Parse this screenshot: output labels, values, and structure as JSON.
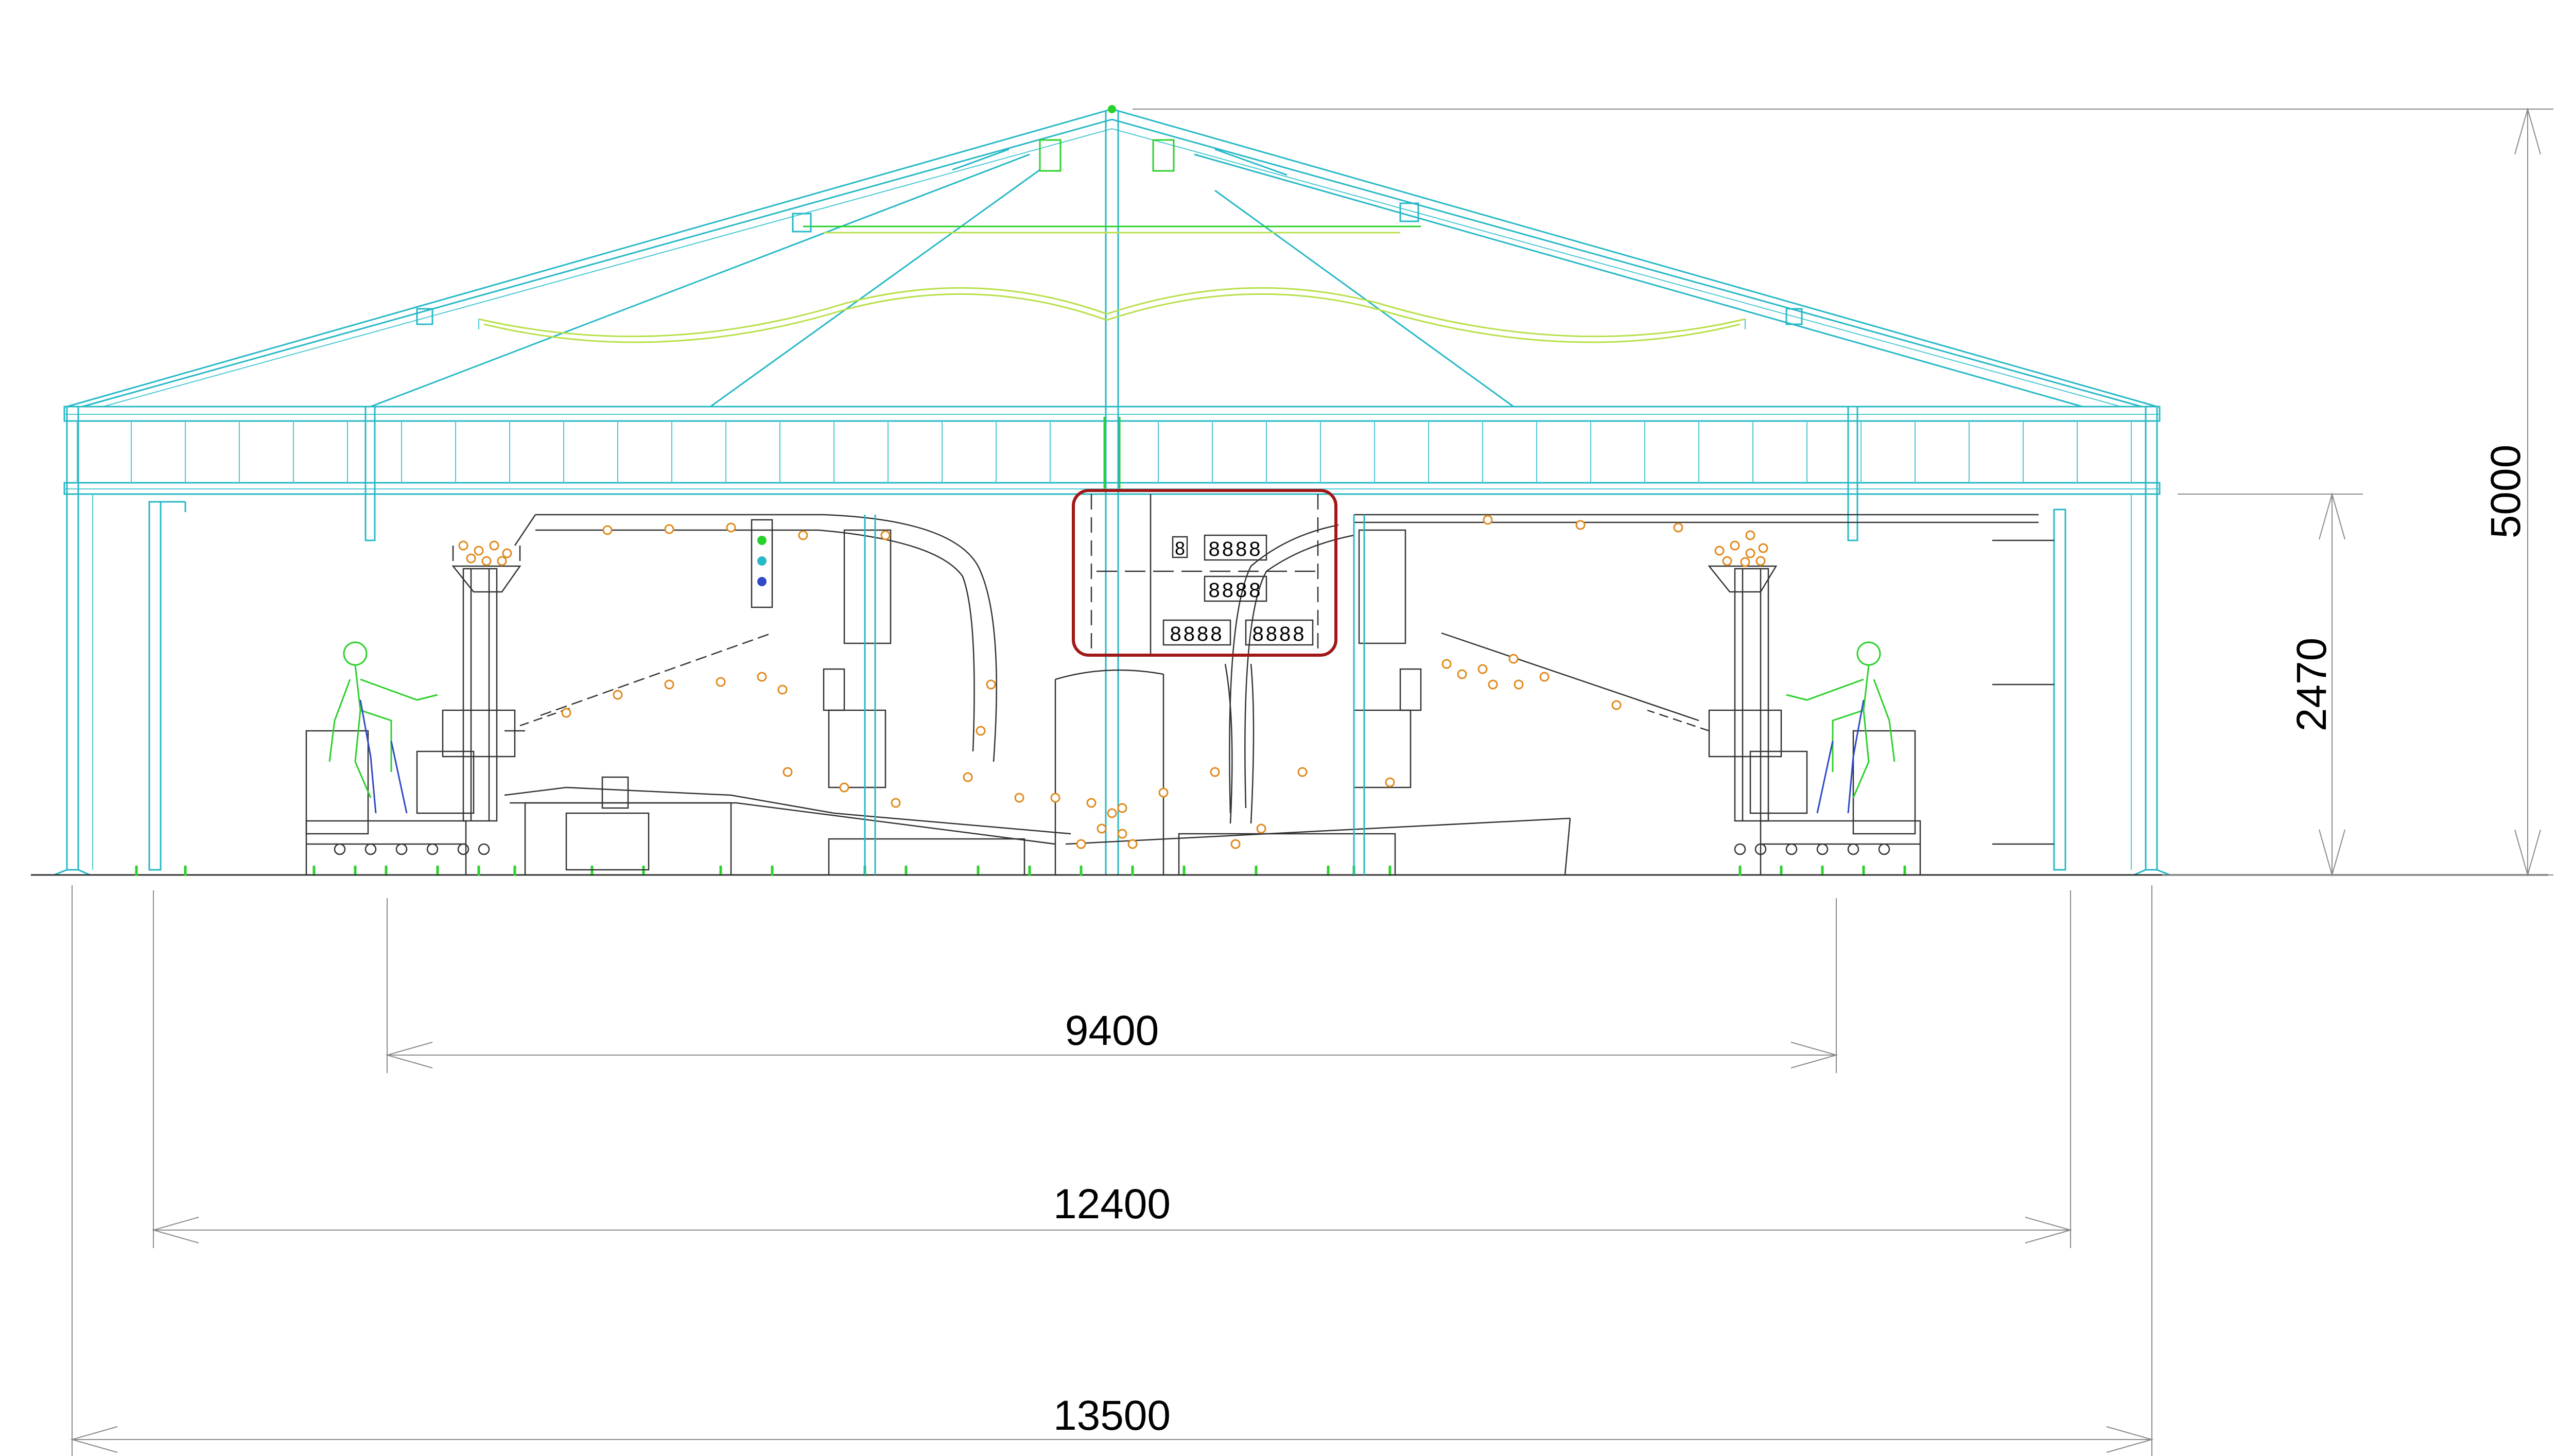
{
  "dimensions": {
    "total_height": "5000",
    "inner_height": "2470",
    "inner_width": "9400",
    "mid_width": "12400",
    "outer_width": "13500"
  },
  "colors": {
    "structure": "#27b9c6",
    "accent_green": "#2bd12b",
    "accent_lime": "#b8e04a",
    "balls": "#e08a1e",
    "highlight_box": "#a01818",
    "mechanical": "#333333",
    "dimension_lines": "#8a8a8a"
  },
  "scoreboard": {
    "display_top": "8888",
    "display_mid": "8888",
    "display_left": "8888",
    "display_right": "8888",
    "digit_small": "8"
  }
}
